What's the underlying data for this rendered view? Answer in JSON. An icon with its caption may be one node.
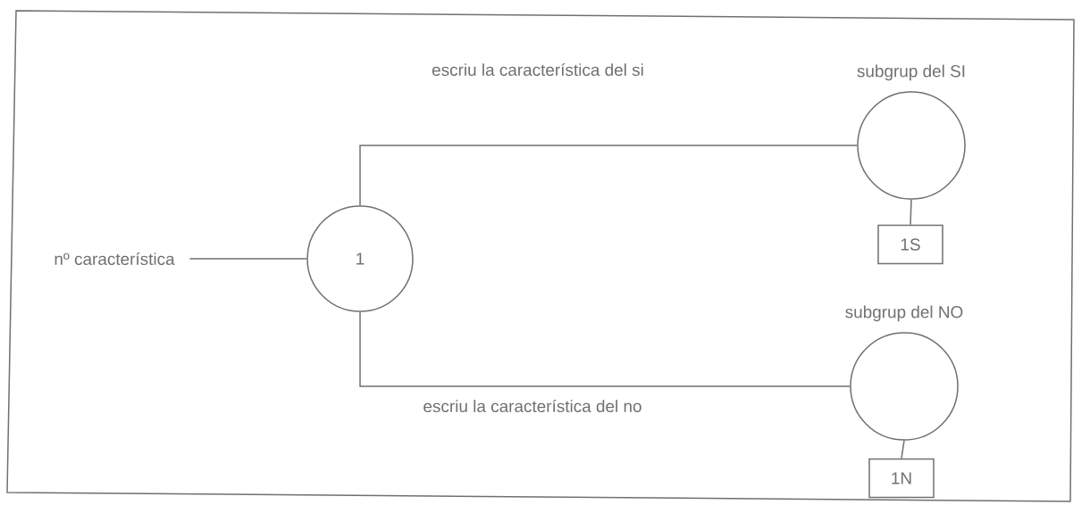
{
  "diagram": {
    "nodes": [
      {
        "text": [
          "nº característica"
        ]
      },
      {
        "text": [
          "1"
        ]
      },
      {
        "text": [
          "subgrup del SI"
        ]
      },
      {
        "text": [
          "1S"
        ]
      },
      {
        "text": [
          "subgrup del NO"
        ]
      },
      {
        "text": [
          "1N"
        ]
      }
    ],
    "edges": [
      {
        "from": 0,
        "to": 1,
        "arrow": "none"
      },
      {
        "from": 1,
        "to": 2,
        "arrow": "none",
        "label": "escriu la característica del si"
      },
      {
        "from": 1,
        "to": 4,
        "arrow": "none",
        "label": "escriu la característica del no"
      },
      {
        "from": 2,
        "to": 3,
        "arrow": "none"
      },
      {
        "from": 4,
        "to": 5,
        "arrow": "none"
      }
    ]
  }
}
